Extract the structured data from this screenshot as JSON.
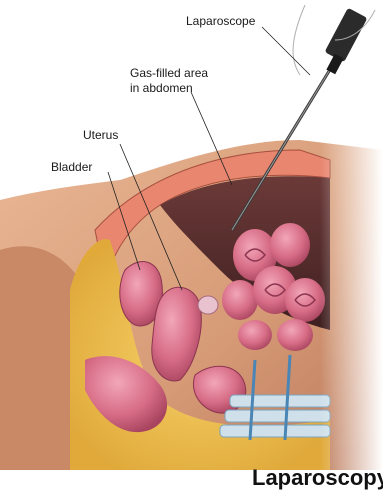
{
  "labels": {
    "laparoscope": "Laparoscope",
    "gas_line1": "Gas-filled area",
    "gas_line2": "in abdomen",
    "uterus": "Uterus",
    "bladder": "Bladder"
  },
  "title": "Laparoscopy"
}
